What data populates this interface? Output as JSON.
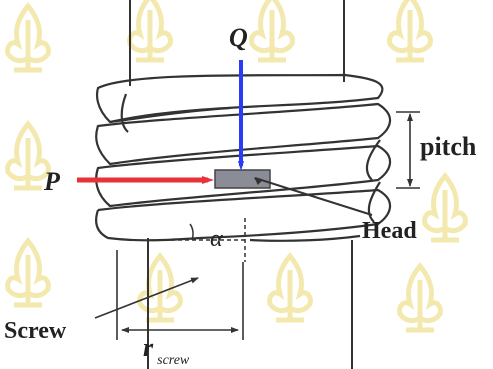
{
  "labels": {
    "q": "Q",
    "p": "P",
    "pitch": "pitch",
    "head": "Head",
    "alpha": "α",
    "screw": "Screw",
    "r_main": "r",
    "r_sub": "screw"
  },
  "colors": {
    "background": "#ffffff",
    "watermark": "#f1e5a0",
    "line": "#333333",
    "force_q": "#2b3cf5",
    "force_p": "#e8323a",
    "head_block": "#8a8d95"
  },
  "icons": {
    "watermark": "tree-emblem-watermark"
  }
}
